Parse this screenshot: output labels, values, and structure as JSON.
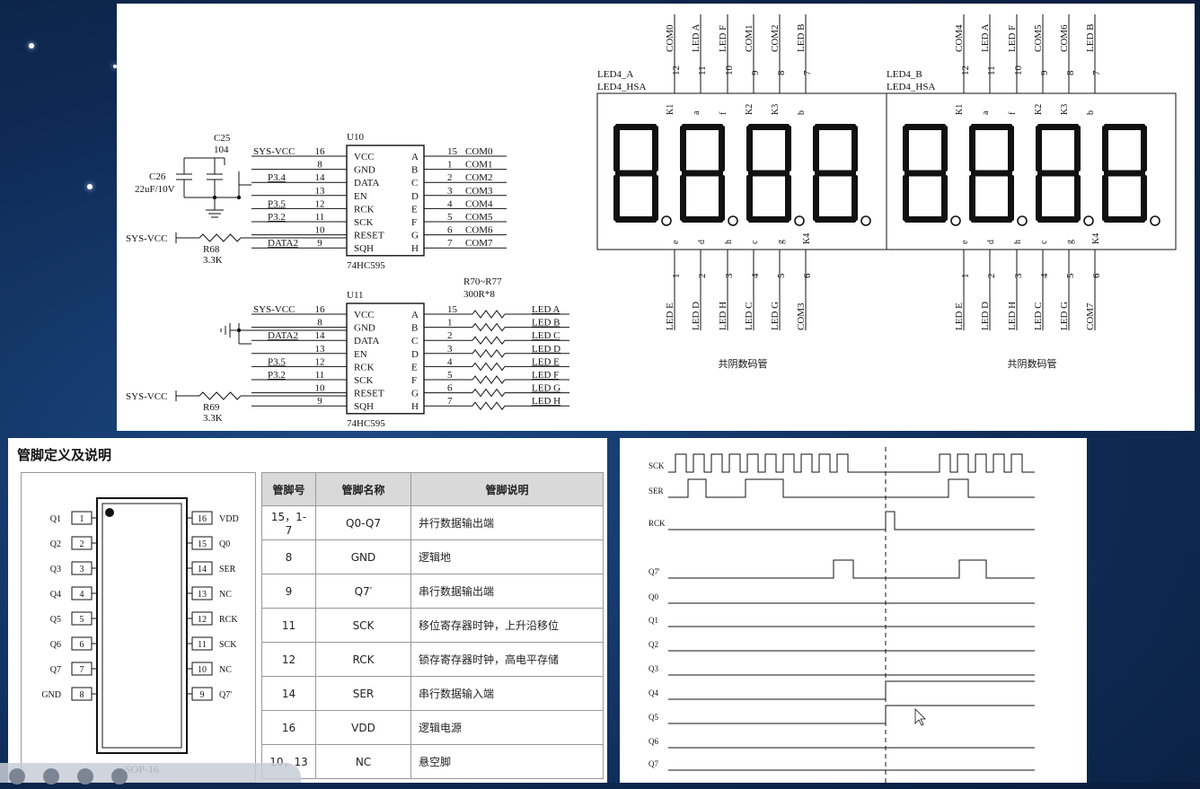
{
  "schematic": {
    "u10": {
      "ref": "U10",
      "part": "74HC595",
      "left_pins": [
        {
          "net": "SYS-VCC",
          "num": "16",
          "name": "VCC"
        },
        {
          "net": "",
          "num": "8",
          "name": "GND"
        },
        {
          "net": "P3.4",
          "num": "14",
          "name": "DATA"
        },
        {
          "net": "",
          "num": "13",
          "name": "EN"
        },
        {
          "net": "P3.5",
          "num": "12",
          "name": "RCK"
        },
        {
          "net": "P3.2",
          "num": "11",
          "name": "SCK"
        },
        {
          "net": "",
          "num": "10",
          "name": "RESET"
        },
        {
          "net": "DATA2",
          "num": "9",
          "name": "SQH"
        }
      ],
      "right_pins": [
        {
          "name": "A",
          "num": "15",
          "net": "COM0"
        },
        {
          "name": "B",
          "num": "1",
          "net": "COM1"
        },
        {
          "name": "C",
          "num": "2",
          "net": "COM2"
        },
        {
          "name": "D",
          "num": "3",
          "net": "COM3"
        },
        {
          "name": "E",
          "num": "4",
          "net": "COM4"
        },
        {
          "name": "F",
          "num": "5",
          "net": "COM5"
        },
        {
          "name": "G",
          "num": "6",
          "net": "COM6"
        },
        {
          "name": "H",
          "num": "7",
          "net": "COM7"
        }
      ]
    },
    "u11": {
      "ref": "U11",
      "part": "74HC595",
      "left_pins": [
        {
          "net": "SYS-VCC",
          "num": "16",
          "name": "VCC"
        },
        {
          "net": "",
          "num": "8",
          "name": "GND"
        },
        {
          "net": "DATA2",
          "num": "14",
          "name": "DATA"
        },
        {
          "net": "",
          "num": "13",
          "name": "EN"
        },
        {
          "net": "P3.5",
          "num": "12",
          "name": "RCK"
        },
        {
          "net": "P3.2",
          "num": "11",
          "name": "SCK"
        },
        {
          "net": "",
          "num": "10",
          "name": "RESET"
        },
        {
          "net": "",
          "num": "9",
          "name": "SQH"
        }
      ],
      "right_pins": [
        {
          "name": "A",
          "num": "15",
          "net": "LED_A"
        },
        {
          "name": "B",
          "num": "1",
          "net": "LED_B"
        },
        {
          "name": "C",
          "num": "2",
          "net": "LED_C"
        },
        {
          "name": "D",
          "num": "3",
          "net": "LED_D"
        },
        {
          "name": "E",
          "num": "4",
          "net": "LED_E"
        },
        {
          "name": "F",
          "num": "5",
          "net": "LED_F"
        },
        {
          "name": "G",
          "num": "6",
          "net": "LED_G"
        },
        {
          "name": "H",
          "num": "7",
          "net": "LED_H"
        }
      ]
    },
    "c25": {
      "ref": "C25",
      "value": "104"
    },
    "c26": {
      "ref": "C26",
      "value": "22uF/10V"
    },
    "r68": {
      "ref": "R68",
      "value": "3.3K",
      "net": "SYS-VCC"
    },
    "r69": {
      "ref": "R69",
      "value": "3.3K",
      "net": "SYS-VCC"
    },
    "rarray": {
      "ref": "R70~R77",
      "value": "300R*8"
    },
    "display_a": {
      "ref": "LED4_A",
      "part": "LED4_HSA",
      "caption": "共阴数码管",
      "top_pins": [
        [
          "12",
          "COM0"
        ],
        [
          "11",
          "LED_A"
        ],
        [
          "10",
          "LED_F"
        ],
        [
          "9",
          "COM1"
        ],
        [
          "8",
          "COM2"
        ],
        [
          "7",
          "LED_B"
        ]
      ],
      "bottom_pins": [
        [
          "1",
          "LED_E"
        ],
        [
          "2",
          "LED_D"
        ],
        [
          "3",
          "LED_H"
        ],
        [
          "4",
          "LED_C"
        ],
        [
          "5",
          "LED_G"
        ],
        [
          "6",
          "COM3"
        ]
      ]
    },
    "display_b": {
      "ref": "LED4_B",
      "part": "LED4_HSA",
      "caption": "共阴数码管",
      "top_pins": [
        [
          "12",
          "COM4"
        ],
        [
          "11",
          "LED_A"
        ],
        [
          "10",
          "LED_F"
        ],
        [
          "9",
          "COM5"
        ],
        [
          "8",
          "COM6"
        ],
        [
          "7",
          "LED_B"
        ]
      ],
      "bottom_pins": [
        [
          "1",
          "LED_E"
        ],
        [
          "2",
          "LED_D"
        ],
        [
          "3",
          "LED_H"
        ],
        [
          "4",
          "LED_C"
        ],
        [
          "5",
          "LED_G"
        ],
        [
          "6",
          "COM7"
        ]
      ]
    },
    "inner_top": [
      "K1",
      "a",
      "f",
      "K2",
      "K3",
      "b"
    ],
    "inner_bottom": [
      "e",
      "d",
      "h",
      "c",
      "g",
      "K4"
    ]
  },
  "pinout": {
    "title": "管脚定义及说明",
    "package": "SOP-16",
    "left_pins": [
      [
        "Q1",
        "1"
      ],
      [
        "Q2",
        "2"
      ],
      [
        "Q3",
        "3"
      ],
      [
        "Q4",
        "4"
      ],
      [
        "Q5",
        "5"
      ],
      [
        "Q6",
        "6"
      ],
      [
        "Q7",
        "7"
      ],
      [
        "GND",
        "8"
      ]
    ],
    "right_pins": [
      [
        "VDD",
        "16"
      ],
      [
        "Q0",
        "15"
      ],
      [
        "SER",
        "14"
      ],
      [
        "NC",
        "13"
      ],
      [
        "RCK",
        "12"
      ],
      [
        "SCK",
        "11"
      ],
      [
        "NC",
        "10"
      ],
      [
        "Q7'",
        "9"
      ]
    ],
    "table_headers": [
      "管脚号",
      "管脚名称",
      "管脚说明"
    ],
    "table_rows": [
      [
        "15，1-7",
        "Q0-Q7",
        "并行数据输出端"
      ],
      [
        "8",
        "GND",
        "逻辑地"
      ],
      [
        "9",
        "Q7′",
        "串行数据输出端"
      ],
      [
        "11",
        "SCK",
        "移位寄存器时钟，上升沿移位"
      ],
      [
        "12",
        "RCK",
        "锁存寄存器时钟，高电平存储"
      ],
      [
        "14",
        "SER",
        "串行数据输入端"
      ],
      [
        "16",
        "VDD",
        "逻辑电源"
      ],
      [
        "10，13",
        "NC",
        "悬空脚"
      ]
    ]
  },
  "timing": {
    "signals": [
      "SCK",
      "SER",
      "RCK",
      "Q7'",
      "Q0",
      "Q1",
      "Q2",
      "Q3",
      "Q4",
      "Q5",
      "Q6",
      "Q7"
    ]
  }
}
